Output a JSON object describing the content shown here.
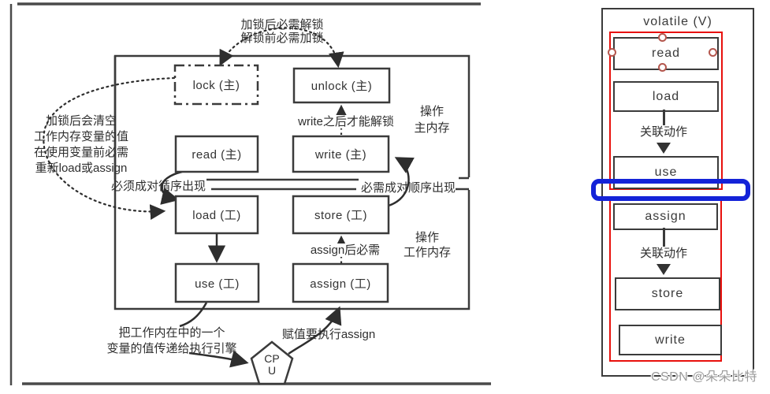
{
  "colors": {
    "diagram_line": "#3b3b3b",
    "red_highlight": "#e8100c",
    "blue_highlight": "#1423d8",
    "handle_border": "#b4574e",
    "watermark_gray": "#9b9b9b"
  },
  "left": {
    "top_note": [
      "加锁后必需解锁",
      "解锁前必需加锁"
    ],
    "boxes": {
      "lock": "lock (主)",
      "unlock": "unlock (主)",
      "read": "read (主)",
      "write": "write (主)",
      "load": "load (工)",
      "store": "store (工)",
      "use": "use (工)",
      "assign": "assign (工)"
    },
    "left_note": [
      "加锁后会清空",
      "工作内存变量的值",
      "在使用变量前必需",
      "重新load或assign"
    ],
    "pair_left": "必须成对循序出现",
    "pair_right": "必需成对顺序出现",
    "write_note": "write之后才能解锁",
    "assign_note": "assign后必需",
    "main_mem": [
      "操作",
      "主内存"
    ],
    "work_mem": [
      "操作",
      "工作内存"
    ],
    "use_note": [
      "把工作内在中的一个",
      "变量的值传递给执行引擎"
    ],
    "assign_exec_note": "赋值要执行assign",
    "cpu": [
      "CP",
      "U"
    ]
  },
  "right": {
    "title": "volatile (V)",
    "boxes": {
      "read": "read",
      "load": "load",
      "use": "use",
      "assign": "assign",
      "store": "store",
      "write": "write"
    },
    "link_labels": [
      "关联动作",
      "关联动作"
    ],
    "watermark": "CSDN @朵朵比特"
  }
}
